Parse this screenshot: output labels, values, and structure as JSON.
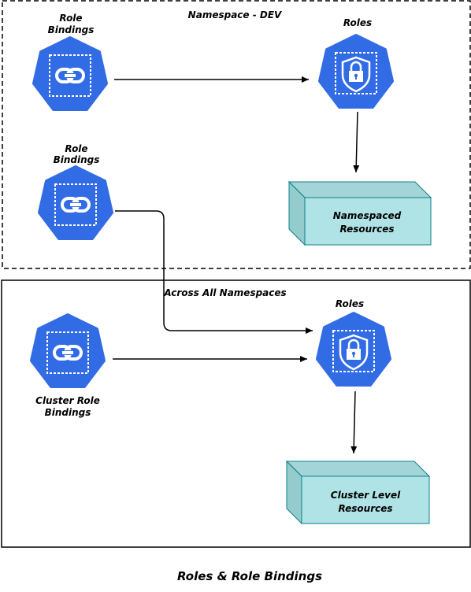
{
  "title": "Roles & Role Bindings",
  "namespace_box": {
    "label": "Namespace - DEV"
  },
  "cluster_box": {
    "label": "Across All Namespaces"
  },
  "nodes": {
    "rb1": {
      "label_line1": "Role",
      "label_line2": "Bindings",
      "icon": "link-icon"
    },
    "rb2": {
      "label_line1": "Role",
      "label_line2": "Bindings",
      "icon": "link-icon"
    },
    "roles1": {
      "label": "Roles",
      "icon": "lock-shield-icon"
    },
    "crb": {
      "label_line1": "Cluster Role",
      "label_line2": "Bindings",
      "icon": "link-icon"
    },
    "roles2": {
      "label": "Roles",
      "icon": "lock-shield-icon"
    },
    "ns_resources": {
      "label_line1": "Namespaced",
      "label_line2": "Resources"
    },
    "cl_resources": {
      "label_line1": "Cluster Level",
      "label_line2": "Resources"
    }
  },
  "colors": {
    "k8s_blue": "#326ce5",
    "resource_front": "#b0e3e6",
    "resource_side": "#94cbcc",
    "resource_stroke": "#0e8088"
  }
}
